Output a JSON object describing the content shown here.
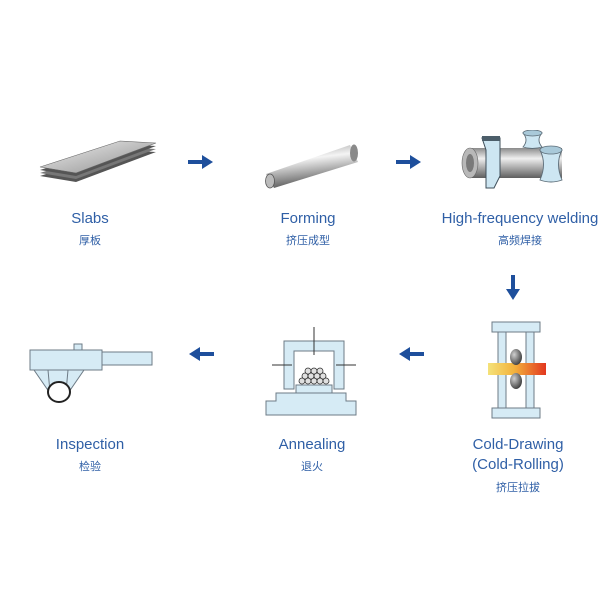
{
  "diagram": {
    "type": "process-flow",
    "colors": {
      "label": "#2f5fa6",
      "arrow": "#1e4f9c",
      "machine_fill": "#d6ebf5",
      "machine_stroke": "#6d7b86",
      "metal_light": "#e8e8e8",
      "metal_dark": "#6a6a6a",
      "hot_start": "#f4e27a",
      "hot_end": "#e2371f"
    },
    "steps": [
      {
        "id": "slabs",
        "label": "Slabs",
        "sublabel": "厚板",
        "icon": "slab-stack-icon"
      },
      {
        "id": "forming",
        "label": "Forming",
        "sublabel": "挤压成型",
        "icon": "tube-icon"
      },
      {
        "id": "welding",
        "label": "High-frequency welding",
        "sublabel": "高频焊接",
        "icon": "weld-rollers-icon"
      },
      {
        "id": "cold-drawing",
        "label": "Cold-Drawing",
        "label2": "(Cold-Rolling)",
        "sublabel": "挤压拉拔",
        "icon": "rolling-mill-icon"
      },
      {
        "id": "annealing",
        "label": "Annealing",
        "sublabel": "退火",
        "icon": "furnace-icon"
      },
      {
        "id": "inspection",
        "label": "Inspection",
        "sublabel": "检验",
        "icon": "caliper-icon"
      }
    ],
    "arrows": [
      {
        "from": "slabs",
        "to": "forming",
        "direction": "right"
      },
      {
        "from": "forming",
        "to": "welding",
        "direction": "right"
      },
      {
        "from": "welding",
        "to": "cold-drawing",
        "direction": "down"
      },
      {
        "from": "cold-drawing",
        "to": "annealing",
        "direction": "left"
      },
      {
        "from": "annealing",
        "to": "inspection",
        "direction": "left"
      }
    ]
  }
}
